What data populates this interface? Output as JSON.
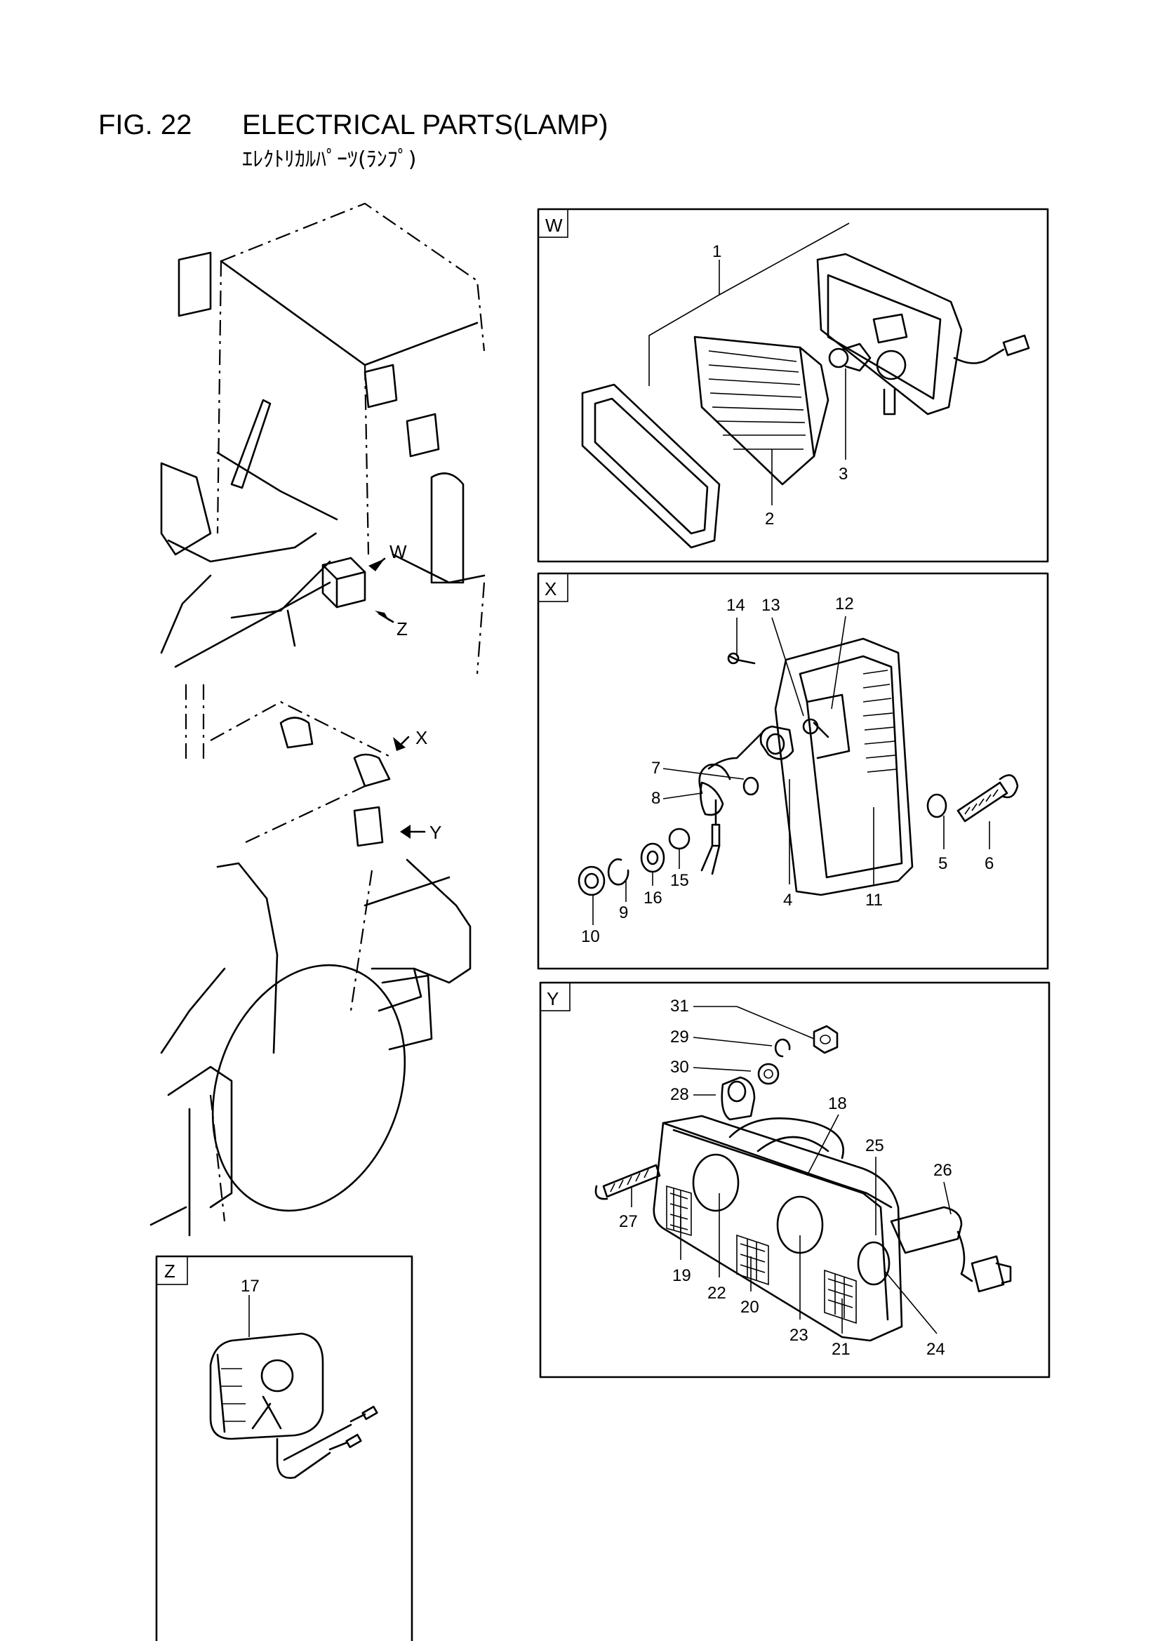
{
  "header": {
    "figure_no": "FIG. 22",
    "title": "ELECTRICAL PARTS(LAMP)",
    "subtitle": "ｴﾚｸﾄﾘｶﾙﾊﾟｰﾂ(ﾗﾝﾌﾟ)"
  },
  "views": {
    "W": "W",
    "X": "X",
    "Y": "Y",
    "Z": "Z"
  },
  "arrows": {
    "W": "W",
    "Z": "Z",
    "X": "X",
    "Y": "Y"
  },
  "callouts": {
    "c1": "1",
    "c2": "2",
    "c3": "3",
    "c4": "4",
    "c5": "5",
    "c6": "6",
    "c7": "7",
    "c8": "8",
    "c9": "9",
    "c10": "10",
    "c11": "11",
    "c12": "12",
    "c13": "13",
    "c14": "14",
    "c15": "15",
    "c16": "16",
    "c17": "17",
    "c18": "18",
    "c19": "19",
    "c20": "20",
    "c21": "21",
    "c22": "22",
    "c23": "23",
    "c24": "24",
    "c25": "25",
    "c26": "26",
    "c27": "27",
    "c28": "28",
    "c29": "29",
    "c30": "30",
    "c31": "31"
  }
}
